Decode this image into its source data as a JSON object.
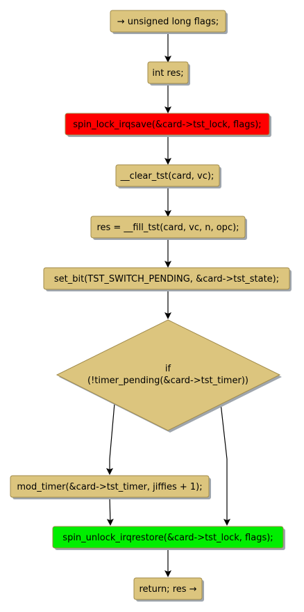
{
  "nodes": {
    "decl_flags": "→ unsigned long flags;",
    "decl_res": "int res;",
    "lock": "spin_lock_irqsave(&card->tst_lock, flags);",
    "clear": "__clear_tst(card, vc);",
    "fill": "res = __fill_tst(card, vc, n, opc);",
    "setbit": "set_bit(TST_SWITCH_PENDING, &card->tst_state);",
    "cond_line1": "if",
    "cond_line2": "(!timer_pending(&card->tst_timer))",
    "mod": "mod_timer(&card->tst_timer, jiffies + 1);",
    "unlock": "spin_unlock_irqrestore(&card->tst_lock, flags);",
    "ret": "return; res →"
  },
  "colors": {
    "box_fill": "#dcc57e",
    "box_stroke": "#a08a4a",
    "shadow": "#9fa6ae",
    "lock_fill": "#ff0000",
    "unlock_fill": "#00ee00",
    "arrow": "#000000"
  }
}
